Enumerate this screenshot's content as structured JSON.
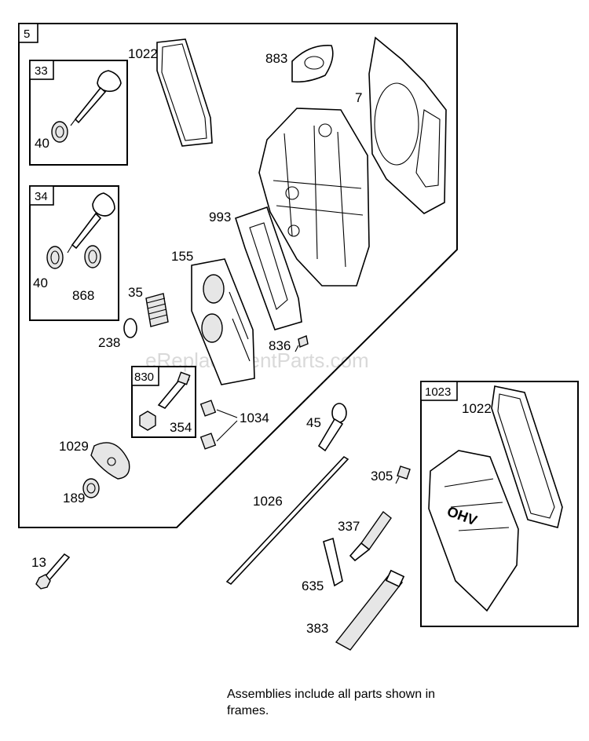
{
  "watermark": "eReplacementParts.com",
  "note": "Assemblies include all parts shown in frames.",
  "frames": {
    "main": "5",
    "intake_valve": "33",
    "exhaust_valve": "34",
    "rocker_stud": "830",
    "valve_cover": "1023"
  },
  "labels": {
    "p1022_top": "1022",
    "p883": "883",
    "p7": "7",
    "p40_a": "40",
    "p40_b": "40",
    "p868": "868",
    "p993": "993",
    "p155": "155",
    "p35": "35",
    "p238": "238",
    "p836": "836",
    "p354": "354",
    "p1034": "1034",
    "p1029": "1029",
    "p189": "189",
    "p45": "45",
    "p305": "305",
    "p1022_right": "1022",
    "p1026": "1026",
    "p337": "337",
    "p635": "635",
    "p383": "383",
    "p13": "13"
  }
}
